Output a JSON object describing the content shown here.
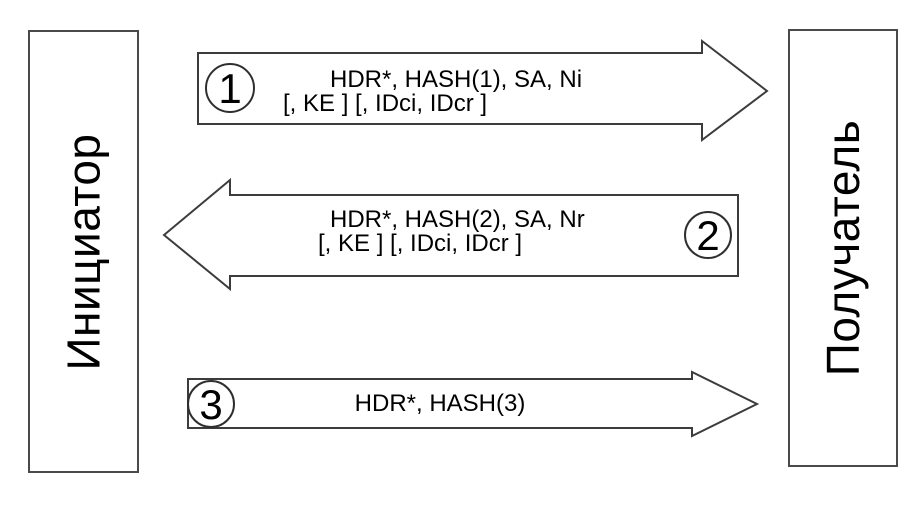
{
  "diagram": {
    "title_hint": "IKE quick mode message exchange",
    "left_box": {
      "label": "Инициатор"
    },
    "right_box": {
      "label": "Получатель"
    },
    "messages": [
      {
        "number": "1",
        "direction": "right",
        "line1": "HDR*, HASH(1), SA, Ni",
        "line2": "[, KE ] [, IDci, IDcr ]"
      },
      {
        "number": "2",
        "direction": "left",
        "line1": "HDR*, HASH(2), SA, Nr",
        "line2": "[, KE ] [, IDci, IDcr ]"
      },
      {
        "number": "3",
        "direction": "right",
        "line1": "HDR*, HASH(3)",
        "line2": ""
      }
    ],
    "colors": {
      "background": "#ffffff",
      "stroke": "#3c3c3c",
      "box_border": "#4a4a4a",
      "text": "#000000"
    }
  }
}
